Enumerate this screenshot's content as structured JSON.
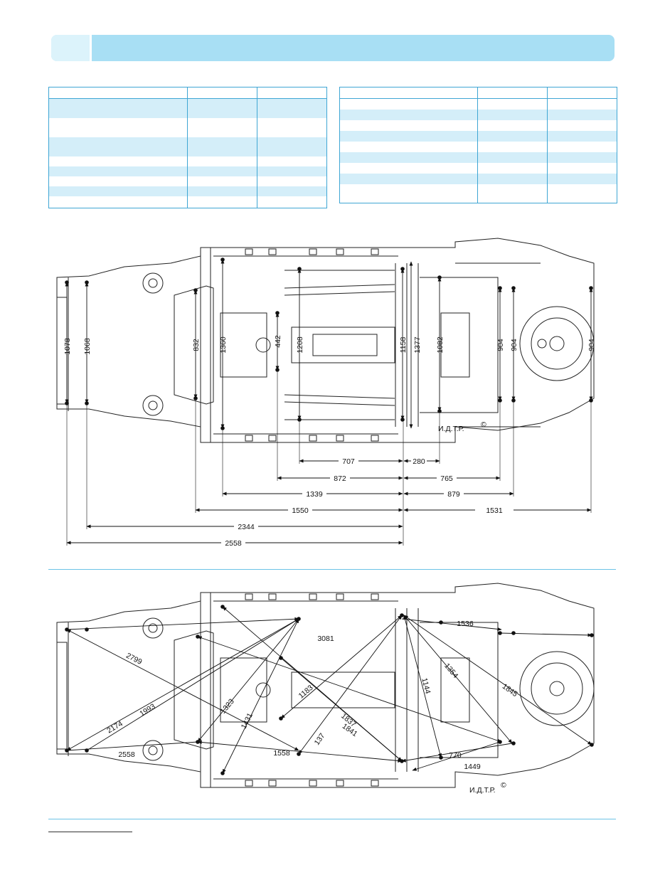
{
  "watermark": "И.Д.Т.Р.",
  "copyright_symbol": "©",
  "top_view": {
    "vertical_dims": [
      "1078",
      "1068",
      "832",
      "1360",
      "442",
      "1208",
      "1158",
      "1377",
      "1082",
      "904",
      "904",
      "904"
    ],
    "horizontal_dims": [
      "707",
      "280",
      "872",
      "765",
      "1339",
      "879",
      "1550",
      "1531",
      "2344",
      "2558"
    ]
  },
  "bottom_view": {
    "diagonal_dims": [
      "3081",
      "2799",
      "2174",
      "1993",
      "1323",
      "1431",
      "1183",
      "1837",
      "1841",
      "137",
      "1558",
      "2558",
      "1536",
      "1144",
      "1354",
      "1845",
      "770",
      "1449"
    ]
  }
}
